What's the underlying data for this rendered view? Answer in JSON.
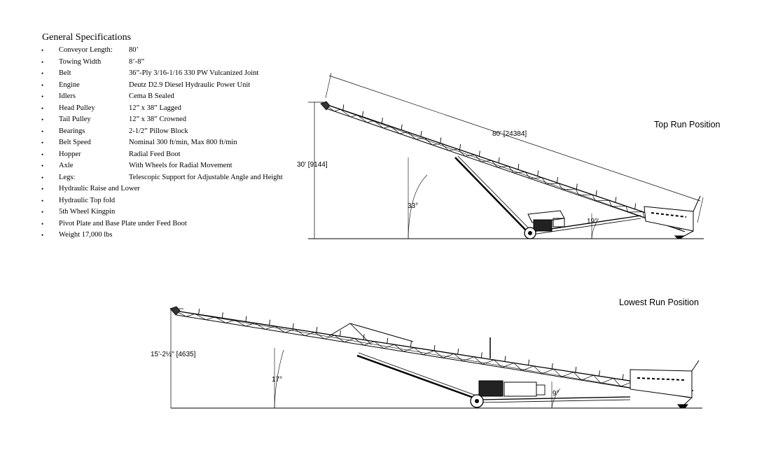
{
  "specs": {
    "title": "General Specifications",
    "items": [
      {
        "label": "Conveyor Length:",
        "value": "80’"
      },
      {
        "label": "Towing Width",
        "value": "8’-8”"
      },
      {
        "label": "Belt",
        "value": "36”-Ply 3/16-1/16 330 PW Vulcanized Joint"
      },
      {
        "label": "Engine",
        "value": " Deutz D2.9 Diesel Hydraulic Power Unit"
      },
      {
        "label": "Idlers",
        "value": "Cema B Sealed"
      },
      {
        "label": "Head Pulley",
        "value": "12” x 38” Lagged"
      },
      {
        "label": "Tail Pulley",
        "value": "12” x 38” Crowned"
      },
      {
        "label": "Bearings",
        "value": "2-1/2” Pillow Block"
      },
      {
        "label": "Belt Speed",
        "value": "Nominal 300 ft/min, Max 800 ft/min"
      },
      {
        "label": "Hopper",
        "value": "Radial Feed Boot"
      },
      {
        "label": "Axle",
        "value": "With Wheels for Radial Movement"
      },
      {
        "label": "Legs:",
        "value": "Telescopic Support for Adjustable Angle and Height"
      },
      {
        "label": "Hydraulic Raise and Lower",
        "value": ""
      },
      {
        "label": "Hydraulic Top fold",
        "value": ""
      },
      {
        "label": "5th Wheel Kingpin",
        "value": ""
      },
      {
        "label": "Pivot Plate and Base Plate under Feed Boot",
        "value": ""
      },
      {
        "label": "Weight   17,000 lbs",
        "value": ""
      }
    ]
  },
  "top": {
    "label": "Top Run Position",
    "length": "80' [24384]",
    "height": "30' [9144]",
    "angle_main": "33°",
    "angle_conveyor": "19°"
  },
  "lowest": {
    "label": "Lowest Run Position",
    "height": "15'-2½\" [4635]",
    "angle_main": "17°",
    "angle_conveyor": "9°"
  }
}
